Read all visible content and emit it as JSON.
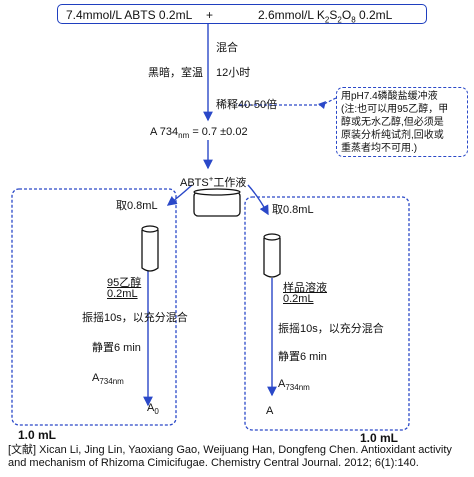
{
  "reagents": {
    "abts": "7.4mmol/L ABTS  0.2mL",
    "plus": "+",
    "persulfate_prefix": "2.6mmol/L K",
    "persulfate_sub1": "2",
    "persulfate_mid": "S",
    "persulfate_sub2": "2",
    "persulfate_o": "O",
    "persulfate_sub3": "8",
    "persulfate_suffix": " 0.2mL"
  },
  "steps": {
    "mix": "混合",
    "dark": "黑暗，室温",
    "hours": "12小时",
    "dilute": "稀释40-50倍",
    "absorbance_prefix": "A 734",
    "absorbance_sub": "nm",
    "absorbance_value": " = 0.7 ±0.02",
    "working_prefix": "ABTS",
    "working_sup": "+",
    "working_suffix": "工作液"
  },
  "note": {
    "lines": [
      "用pH7.4磷酸盐缓冲液",
      "(注:也可以用95乙醇，甲",
      "醇或无水乙醇,但必须是",
      "原装分析纯试剂,回收或",
      "重蒸者均不可用.)"
    ]
  },
  "left_branch": {
    "take": "取0.8mL",
    "solvent": "95乙醇",
    "solvent_volume": "0.2mL",
    "shake": "振摇10s，以充分混合",
    "rest": "静置6 min",
    "absorbance_a": "A",
    "absorbance_sub": "734nm",
    "result": "A",
    "result_sub": "0",
    "volume": "1.0 mL"
  },
  "right_branch": {
    "take": "取0.8mL",
    "sample": "样品溶液",
    "sample_volume": "0.2mL",
    "shake": "振摇10s，以充分混合",
    "rest": "静置6 min",
    "absorbance_a": "A",
    "absorbance_sub": "734nm",
    "result": "A",
    "volume": "1.0 mL"
  },
  "citation": "[文献] Xican Li, Jing Lin, Yaoxiang Gao, Weijuang Han, Dongfeng Chen. Antioxidant activity and mechanism of Rhizoma Cimicifugae. Chemistry Central Journal. 2012; 6(1):140.",
  "colors": {
    "arrow": "#2a48c8",
    "box_border": "#1f3fbf"
  }
}
